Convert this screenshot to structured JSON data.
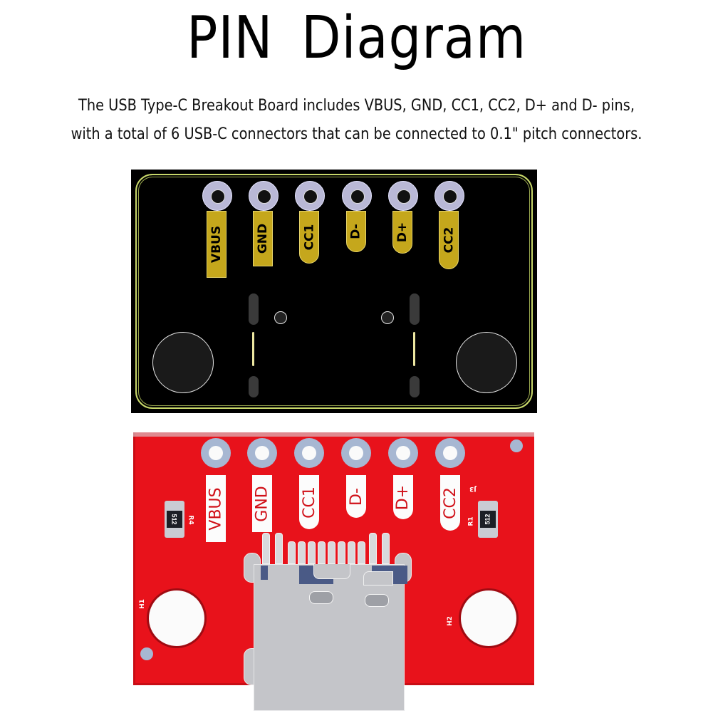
{
  "header": {
    "title": "PIN  Diagram",
    "description_line1": "The USB Type-C Breakout Board includes VBUS, GND, CC1, CC2, D+ and D- pins,",
    "description_line2": "with a total of 6 USB-C connectors that can be connected to 0.1\" pitch connectors."
  },
  "back_board": {
    "color": "#000000",
    "outline_color": "#c8d86a",
    "pad_label_color": "#c5a71c",
    "pins": [
      {
        "label": "VBUS"
      },
      {
        "label": "GND"
      },
      {
        "label": "CC1"
      },
      {
        "label": "D-"
      },
      {
        "label": "D+"
      },
      {
        "label": "CC2"
      }
    ]
  },
  "front_board": {
    "color": "#e8121b",
    "pins": [
      {
        "label": "VBUS"
      },
      {
        "label": "GND"
      },
      {
        "label": "CC1"
      },
      {
        "label": "D-"
      },
      {
        "label": "D+"
      },
      {
        "label": "CC2"
      }
    ],
    "resistors": [
      {
        "designator": "R4",
        "value": "512"
      },
      {
        "designator": "R1",
        "value": "512"
      }
    ],
    "connector_designator": "J3",
    "mounting_holes": [
      {
        "designator": "H1"
      },
      {
        "designator": "H2"
      }
    ]
  }
}
